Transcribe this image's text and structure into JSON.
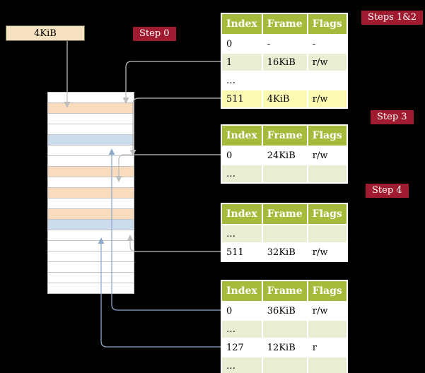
{
  "colors": {
    "background": "#000000",
    "badge_bg": "#a01a30",
    "badge_text": "#ffffff",
    "table_header_bg": "#a6bb3b",
    "table_header_text": "#ffffff",
    "row_green": "#e9efd3",
    "row_yellow": "#fcf9b3",
    "mem_peach": "#f9dcbd",
    "mem_blue": "#cddcec",
    "box_beige": "#f6e2c0",
    "arrow_gray": "#bdbdbd",
    "arrow_blue": "#8fa9cb"
  },
  "pointer_box": {
    "label": "4KiB"
  },
  "badges": [
    {
      "label": "Step 0"
    },
    {
      "label": "Steps 1&2"
    },
    {
      "label": "Step 3"
    },
    {
      "label": "Step 4"
    }
  ],
  "tables": [
    {
      "name": "page-table-steps-1-2",
      "headers": [
        "Index",
        "Frame",
        "Flags"
      ],
      "rows": [
        [
          "0",
          "-",
          "-"
        ],
        [
          "1",
          "16KiB",
          "r/w"
        ],
        [
          "…",
          "",
          ""
        ],
        [
          "511",
          "4KiB",
          "r/w"
        ]
      ],
      "row_styles": [
        "white",
        "green",
        "white",
        "yellow"
      ]
    },
    {
      "name": "page-table-step-3",
      "headers": [
        "Index",
        "Frame",
        "Flags"
      ],
      "rows": [
        [
          "0",
          "24KiB",
          "r/w"
        ],
        [
          "…",
          "",
          ""
        ]
      ],
      "row_styles": [
        "white",
        "green"
      ]
    },
    {
      "name": "page-table-step-4",
      "headers": [
        "Index",
        "Frame",
        "Flags"
      ],
      "rows": [
        [
          "…",
          "",
          ""
        ],
        [
          "511",
          "32KiB",
          "r/w"
        ]
      ],
      "row_styles": [
        "green",
        "white"
      ]
    },
    {
      "name": "page-table-final",
      "headers": [
        "Index",
        "Frame",
        "Flags"
      ],
      "rows": [
        [
          "0",
          "36KiB",
          "r/w"
        ],
        [
          "…",
          "",
          ""
        ],
        [
          "127",
          "12KiB",
          "r"
        ],
        [
          "…",
          "",
          ""
        ]
      ],
      "row_styles": [
        "white",
        "green",
        "white",
        "green"
      ]
    }
  ],
  "memory_column": {
    "rows": [
      "white",
      "peach",
      "white",
      "white",
      "blue",
      "white",
      "white",
      "peach",
      "white",
      "peach",
      "white",
      "peach",
      "blue",
      "white",
      "white",
      "white",
      "white",
      "white",
      "white"
    ]
  }
}
